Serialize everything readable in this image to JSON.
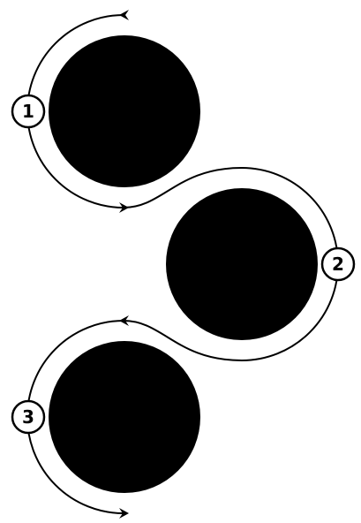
{
  "diagram": {
    "steps": [
      {
        "number": "1"
      },
      {
        "number": "2"
      },
      {
        "number": "3"
      }
    ]
  },
  "colors": {
    "disc": "#000000",
    "stroke": "#000000",
    "background": "#ffffff"
  }
}
